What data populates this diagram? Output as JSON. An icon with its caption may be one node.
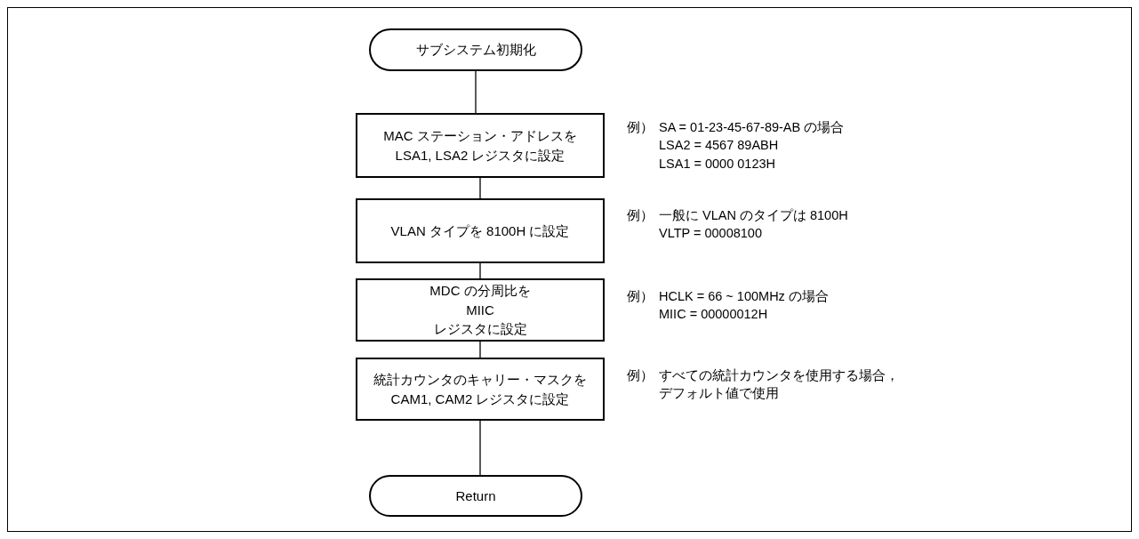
{
  "diagram": {
    "nodes": [
      {
        "text": [
          "サブシステム初期化"
        ]
      },
      {
        "text": [
          "MAC ステーション・アドレスを LSA1, LSA2 レジスタに設定"
        ],
        "beside": [
          "例）",
          "SA = 01-23-45-67-89-AB の場合",
          "LSA2 = 4567 89ABH",
          "LSA1 = 0000 0123H"
        ]
      },
      {
        "text": [
          "VLAN タイプを 8100H に設定"
        ],
        "beside": [
          "例）",
          "一般に VLAN のタイプは 8100H",
          "VLTP = 00008100"
        ]
      },
      {
        "text": [
          "MDC の分周比を MIIC レジスタに設定"
        ],
        "beside": [
          "例）",
          "HCLK = 66 ~ 100MHz の場合",
          "MIIC = 00000012H"
        ]
      },
      {
        "text": [
          "統計カウンタのキャリー・マスクを CAM1, CAM2 レジスタに設定"
        ],
        "beside": [
          "例）",
          "すべての統計カウンタを使用する場合，",
          "デフォルト値で使用"
        ]
      },
      {
        "text": [
          "Return"
        ]
      }
    ],
    "edges": [
      {
        "from": 0,
        "to": 1,
        "arrow": "none"
      },
      {
        "from": 1,
        "to": 2,
        "arrow": "none"
      },
      {
        "from": 2,
        "to": 3,
        "arrow": "none"
      },
      {
        "from": 3,
        "to": 4,
        "arrow": "none"
      },
      {
        "from": 4,
        "to": 5,
        "arrow": "none"
      }
    ]
  }
}
